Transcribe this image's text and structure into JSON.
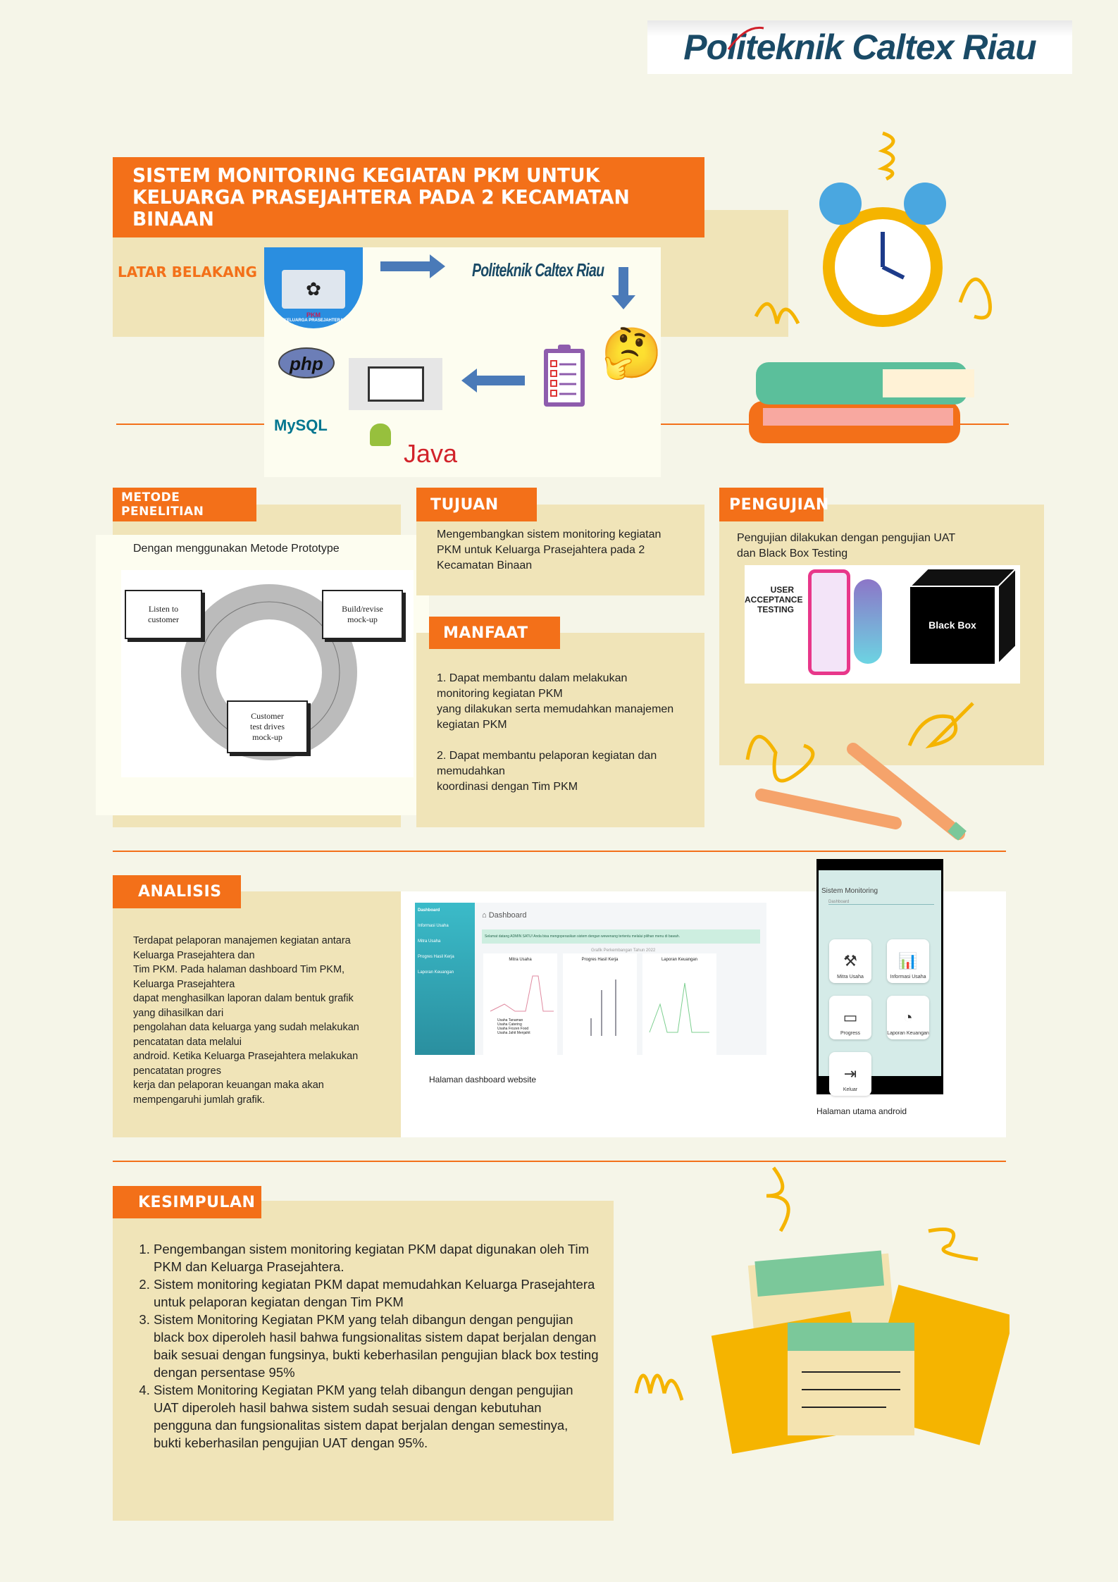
{
  "header": {
    "logo_text": "Politeknik Caltex Riau"
  },
  "title": "SISTEM MONITORING KEGIATAN PKM UNTUK KELUARGA PRASEJAHTERA PADA 2 KECAMATAN BINAAN",
  "latar": {
    "label": "LATAR BELAKANG",
    "pkm_logo_text": "PKM",
    "pkm_logo_ring": "KELUARGA PRASEJAHTERA",
    "pcr_text": "Politeknik Caltex Riau",
    "php": "php",
    "mysql": "MySQL",
    "java": "Java"
  },
  "metode": {
    "label": "METODE PENELITIAN",
    "text": "Dengan menggunakan Metode Prototype",
    "diagram": {
      "step1": "Listen to\ncustomer",
      "step2": "Build/revise\nmock-up",
      "step3": "Customer\ntest drives\nmock-up"
    }
  },
  "tujuan": {
    "label": "TUJUAN",
    "text": " Mengembangkan sistem monitoring kegiatan\nPKM untuk Keluarga Prasejahtera pada 2\nKecamatan Binaan"
  },
  "manfaat": {
    "label": "MANFAAT",
    "text": "1. Dapat membantu dalam melakukan\nmonitoring kegiatan PKM\nyang dilakukan serta memudahkan manajemen\nkegiatan PKM\n\n2. Dapat membantu pelaporan kegiatan dan\nmemudahkan\nkoordinasi dengan Tim PKM"
  },
  "pengujian": {
    "label": "PENGUJIAN",
    "text": "Pengujian dilakukan dengan pengujian UAT\ndan Black Box Testing",
    "uat_text": "USER\nACCEPTANCE\nTESTING",
    "blackbox_text": "Black Box"
  },
  "analisis": {
    "label": "ANALISIS",
    "text": "Terdapat pelaporan manajemen kegiatan antara\nKeluarga Prasejahtera dan\nTim PKM. Pada halaman dashboard Tim PKM,\nKeluarga Prasejahtera\ndapat menghasilkan laporan dalam bentuk grafik\nyang dihasilkan dari\npengolahan data keluarga yang sudah melakukan\npencatatan data melalui\nandroid. Ketika Keluarga Prasejahtera melakukan\npencatatan progres\nkerja dan pelaporan keuangan maka akan\nmempengaruhi jumlah grafik.",
    "web_caption": "Halaman dashboard website",
    "android_caption": "Halaman utama android",
    "web": {
      "sidebar": [
        "Dashboard",
        "Informasi Usaha",
        "Mitra Usaha",
        "Progres Hasil Kerja",
        "Laporan Keuangan"
      ],
      "title": "Dashboard",
      "alert": "Selamat datang ADMIN SATU! Anda bisa mengoperasikan sistem dengan wewenang tertentu melalui pilihan menu di bawah.",
      "chart_header": "Grafik Perkembangan Tahun 2022",
      "charts": [
        "Mitra Usaha",
        "Progres Hasil Kerja",
        "Laporan Keuangan"
      ],
      "legend": [
        "Usaha Tanaman",
        "Usaha Catering",
        "Usaha Frozen Food",
        "Usaha Jahit Menjahit"
      ]
    },
    "android": {
      "title": "Sistem Monitoring",
      "subtitle": "Dashboard",
      "tiles": [
        "Mitra Usaha",
        "Informasi Usaha",
        "Progress",
        "Laporan Keuangan",
        "Keluar"
      ]
    }
  },
  "kesimpulan": {
    "label": "KESIMPULAN",
    "items": [
      "Pengembangan sistem monitoring kegiatan PKM dapat digunakan oleh Tim PKM dan Keluarga Prasejahtera.",
      "Sistem monitoring kegiatan PKM dapat memudahkan Keluarga Prasejahtera untuk pelaporan kegiatan dengan Tim PKM",
      "Sistem Monitoring Kegiatan PKM yang telah dibangun dengan pengujian black box diperoleh hasil bahwa fungsionalitas sistem dapat berjalan dengan baik sesuai dengan fungsinya, bukti keberhasilan pengujian black box testing dengan persentase 95%",
      "Sistem Monitoring Kegiatan PKM yang telah dibangun dengan pengujian UAT diperoleh hasil bahwa sistem sudah sesuai dengan kebutuhan pengguna dan fungsionalitas sistem dapat berjalan dengan semestinya, bukti keberhasilan pengujian UAT dengan 95%."
    ]
  },
  "colors": {
    "orange": "#f37019",
    "beige": "#f0e4b8",
    "background": "#f5f5e8",
    "navy": "#1a4a66"
  }
}
